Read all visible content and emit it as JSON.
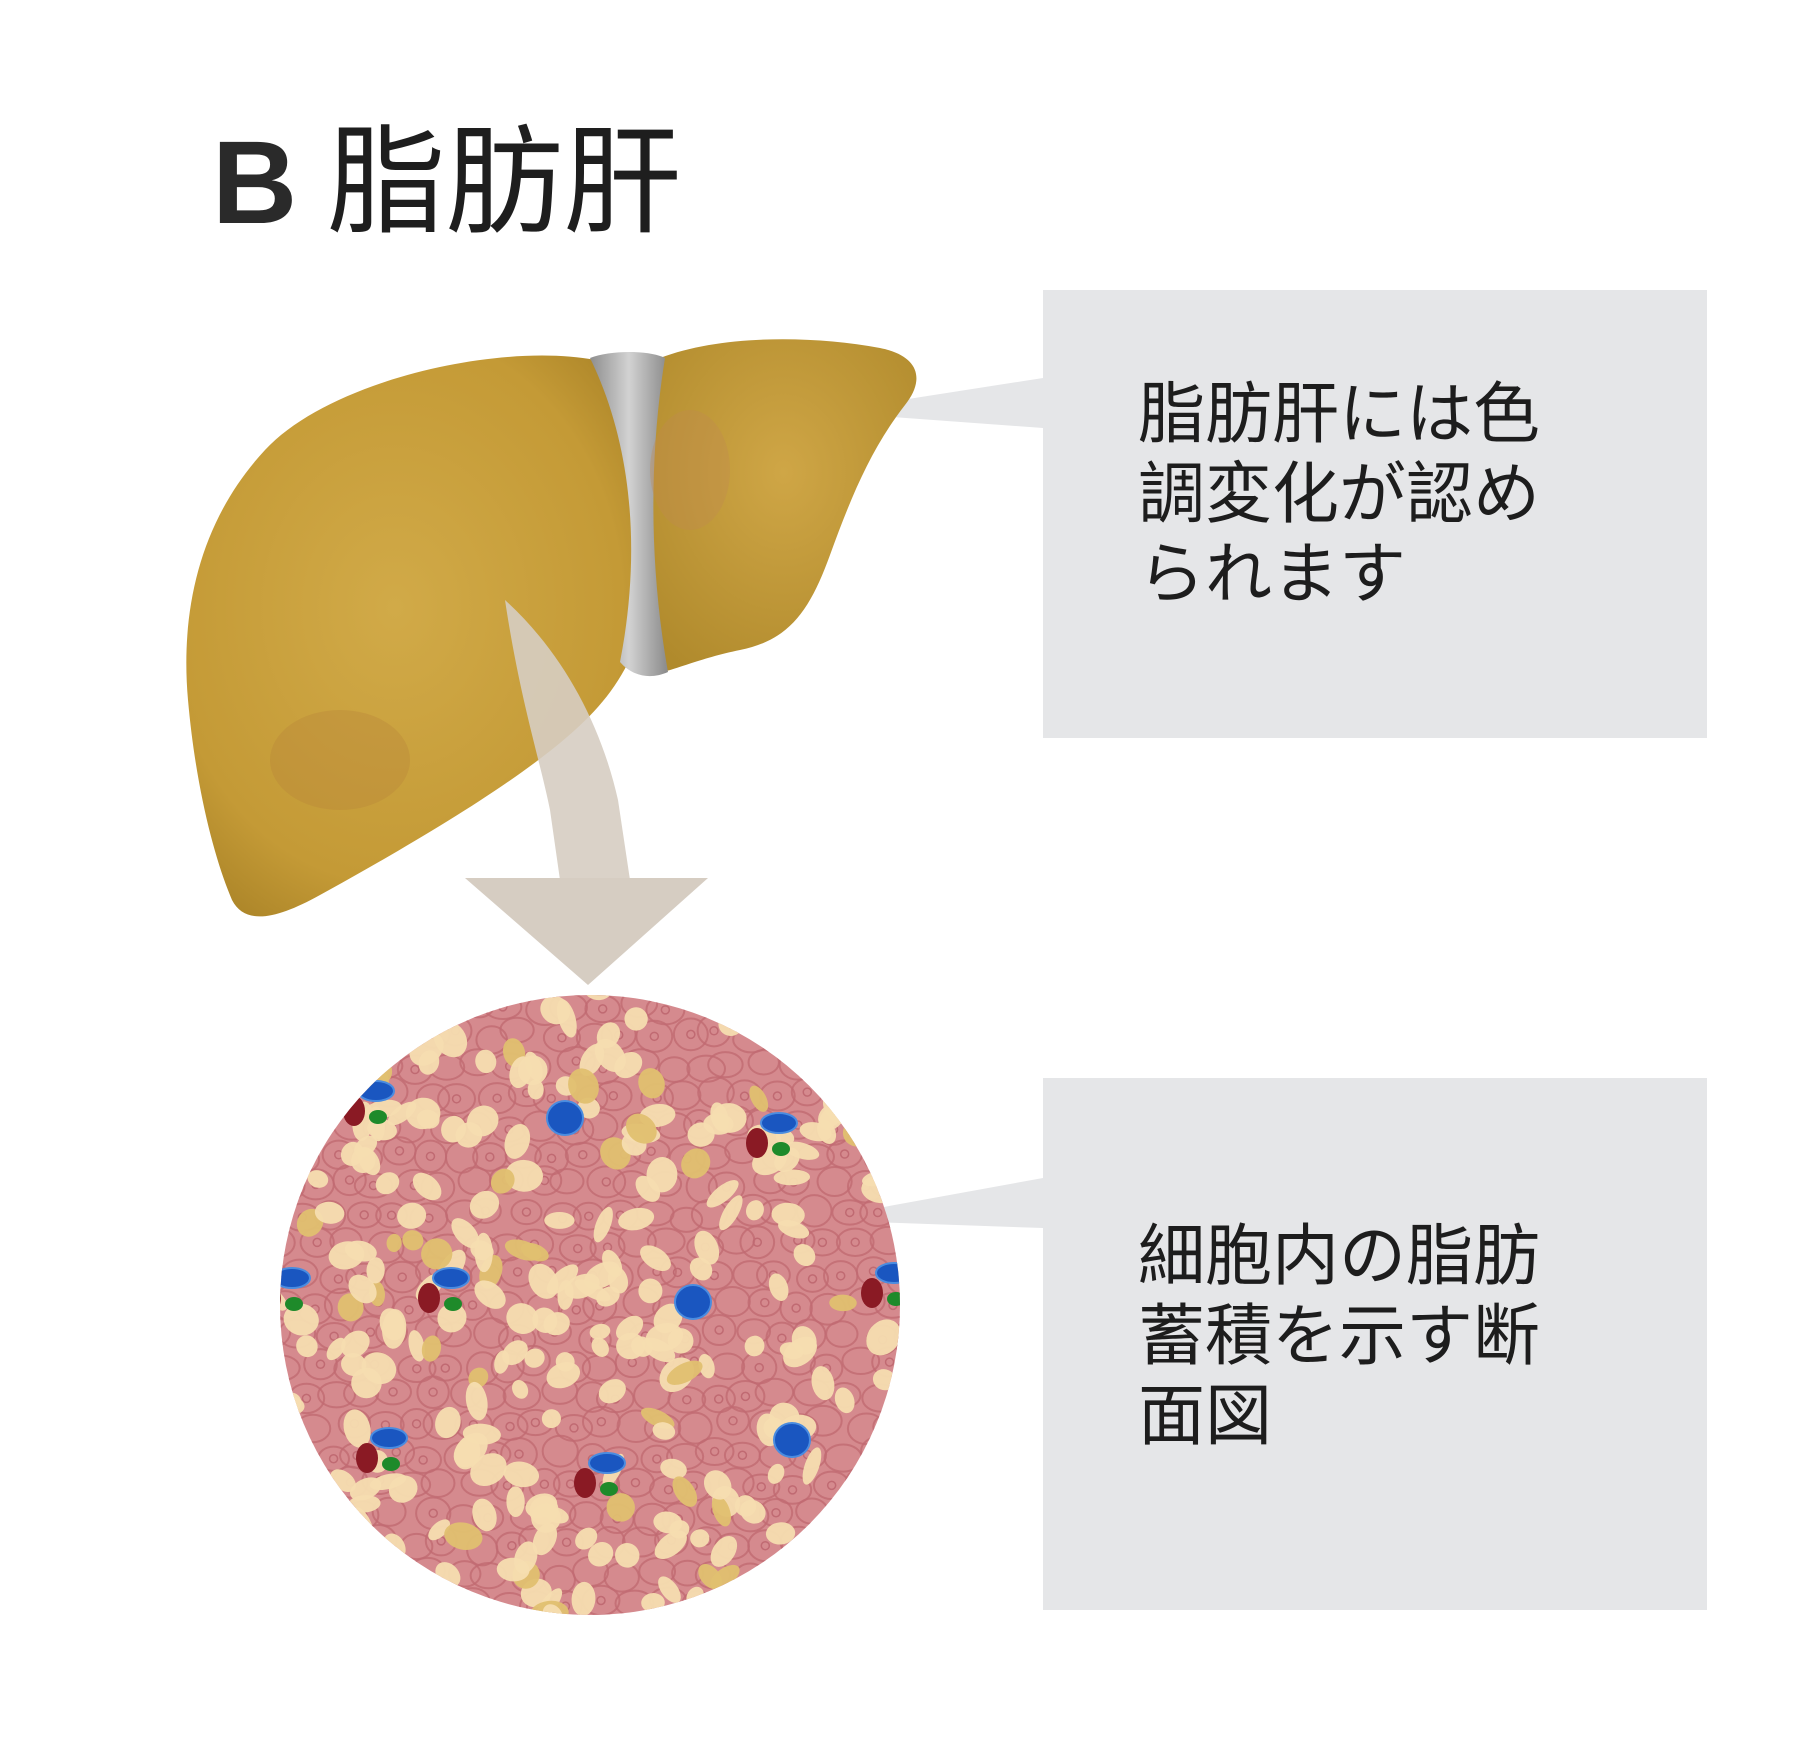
{
  "title": {
    "letter": "B",
    "text": "脂肪肝"
  },
  "callouts": {
    "top": {
      "lines": [
        "脂肪肝には色",
        "調変化が認め",
        "られます"
      ]
    },
    "bottom": {
      "lines": [
        "細胞内の脂肪",
        "蓄積を示す断",
        "面図"
      ]
    }
  },
  "colors": {
    "liver": "#c9a03c",
    "liver_shadow": "#9c7a22",
    "ligament": "#a8a8a8",
    "arrow": "#d6cdc2",
    "tissue": "#d58a8e",
    "cell_border": "#c06a72",
    "fat_droplet": "#f6ddb0",
    "callout_bg": "#e5e6e8",
    "blue_cell": "#1a56c0",
    "red_cell": "#8a1a24",
    "green_cell": "#1e8a2a"
  }
}
